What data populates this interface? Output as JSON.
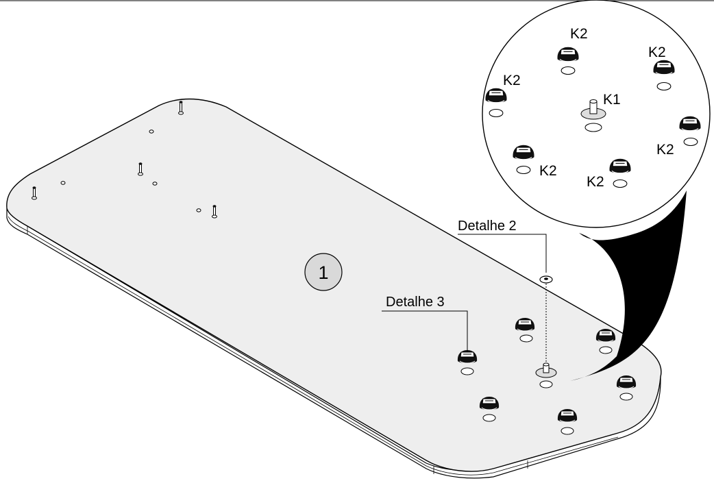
{
  "part_number": "1",
  "callouts": {
    "detail_2": "Detalhe 2",
    "detail_3": "Detalhe 3"
  },
  "magnifier_labels": {
    "k1": "K1",
    "k2": "K2"
  },
  "colors": {
    "board_fill": "#eeeeee",
    "board_edge": "#ffffff",
    "line": "#000000",
    "part_circle_fill": "#d9d9d9",
    "magnifier_fill": "#ffffff",
    "beam_fill": "#000000"
  }
}
